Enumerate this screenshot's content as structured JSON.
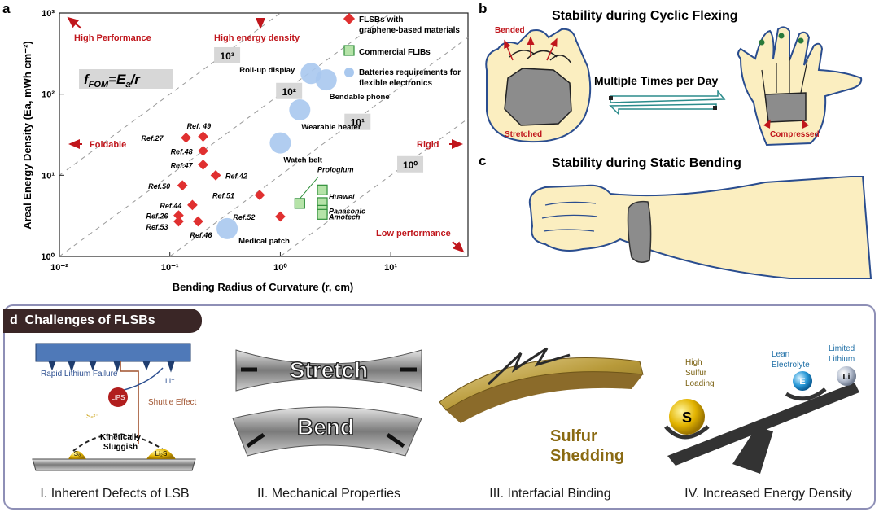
{
  "panel_a": {
    "letter": "a",
    "formula": "f_FOM=E_a/r",
    "quadrants": {
      "top_left": "High Performance",
      "top_center": "High energy density",
      "left": "Foldable",
      "right": "Rigid",
      "bottom_right": "Low performance"
    },
    "x_ticks": [
      "10⁻²",
      "10⁻¹",
      "10⁰",
      "10¹"
    ],
    "y_ticks": [
      "10⁰",
      "10¹",
      "10²",
      "10³"
    ],
    "fom_lines": [
      "10³",
      "10²",
      "10¹",
      "10⁰"
    ],
    "colors": {
      "flsb": "#e03030",
      "flib_fill": "#b5e3a8",
      "flib_edge": "#2f8f3a",
      "device": "#a9c8ee",
      "arrow": "#c0161c"
    }
  },
  "chart_data": {
    "type": "scatter",
    "xlabel": "Bending Radius of Curvature (r, cm)",
    "ylabel": "Areal Energy Density (Ea, mWh cm⁻²)",
    "xscale": "log",
    "yscale": "log",
    "xlim": [
      0.01,
      50
    ],
    "ylim": [
      1,
      1000
    ],
    "grid": false,
    "legend_position": "top-right",
    "series": [
      {
        "name": "FLSBs with graphene-based materials",
        "marker": "diamond",
        "color": "#e03030",
        "points": [
          {
            "x": 0.14,
            "y": 29,
            "label": "Ref.27"
          },
          {
            "x": 0.2,
            "y": 30,
            "label": "Ref. 49"
          },
          {
            "x": 0.2,
            "y": 20,
            "label": "Ref.48"
          },
          {
            "x": 0.2,
            "y": 13.5,
            "label": "Ref.47"
          },
          {
            "x": 0.26,
            "y": 10,
            "label": "Ref.42"
          },
          {
            "x": 0.13,
            "y": 7.5,
            "label": "Ref.50"
          },
          {
            "x": 0.16,
            "y": 4.3,
            "label": "Ref.44"
          },
          {
            "x": 0.12,
            "y": 3.2,
            "label": "Ref.26"
          },
          {
            "x": 0.12,
            "y": 2.7,
            "label": "Ref.53"
          },
          {
            "x": 0.18,
            "y": 2.7,
            "label": "Ref.46"
          },
          {
            "x": 0.65,
            "y": 5.7,
            "label": "Ref.51"
          },
          {
            "x": 1.0,
            "y": 3.1,
            "label": "Ref.52"
          }
        ]
      },
      {
        "name": "Commercial FLIBs",
        "marker": "square",
        "color": "#b5e3a8",
        "points": [
          {
            "x": 1.5,
            "y": 4.5,
            "label": ""
          },
          {
            "x": 2.4,
            "y": 6.6,
            "label": "Prologium"
          },
          {
            "x": 2.4,
            "y": 4.6,
            "label": "Huawei"
          },
          {
            "x": 2.4,
            "y": 3.7,
            "label": "Panasonic"
          },
          {
            "x": 2.4,
            "y": 3.3,
            "label": "Amotech"
          }
        ]
      },
      {
        "name": "Batteries requirements for flexible electronics",
        "marker": "circle",
        "color": "#a9c8ee",
        "points": [
          {
            "x": 1.9,
            "y": 180,
            "label": "Roll-up display"
          },
          {
            "x": 2.6,
            "y": 150,
            "label": "Bendable phone"
          },
          {
            "x": 1.5,
            "y": 64,
            "label": "Wearable heater"
          },
          {
            "x": 1.0,
            "y": 25,
            "label": "Watch belt"
          },
          {
            "x": 0.33,
            "y": 2.2,
            "label": "Medical patch"
          }
        ]
      }
    ]
  },
  "panel_b": {
    "letter": "b",
    "title": "Stability during Cyclic Flexing",
    "label_bended": "Bended",
    "label_stretched": "Stretched",
    "label_compressed": "Compressed",
    "label_cycle": "Multiple Times per Day"
  },
  "panel_c": {
    "letter": "c",
    "title": "Stability during Static Bending"
  },
  "panel_d": {
    "letter": "d",
    "tab_title": "Challenges of FLSBs",
    "items": [
      {
        "caption": "I. Inherent Defects of LSB"
      },
      {
        "caption": "II. Mechanical Properties"
      },
      {
        "caption": "III. Interfacial Binding"
      },
      {
        "caption": "IV. Increased Energy Density"
      }
    ],
    "lsb": {
      "rapid_lithium_failure": "Rapid Lithium Failure",
      "li_plus": "Li⁺",
      "lips": "LiPS",
      "shuttle": "Shuttle Effect",
      "s_n": "Sₙ²⁻",
      "kinetically": "Kinetically",
      "sluggish": "Sluggish",
      "s8": "S₈",
      "li2s": "Li₂S"
    },
    "stretch_word": "Stretch",
    "bend_word": "Bend",
    "shedding_line1": "Sulfur",
    "shedding_line2": "Shedding",
    "energy": {
      "high_sulfur": [
        "High",
        "Sulfur",
        "Loading"
      ],
      "lean": [
        "Lean",
        "Electrolyte"
      ],
      "limited": [
        "Limited",
        "Lithium"
      ],
      "s_ball": "S",
      "e_ball": "E",
      "li_ball": "Li"
    }
  }
}
